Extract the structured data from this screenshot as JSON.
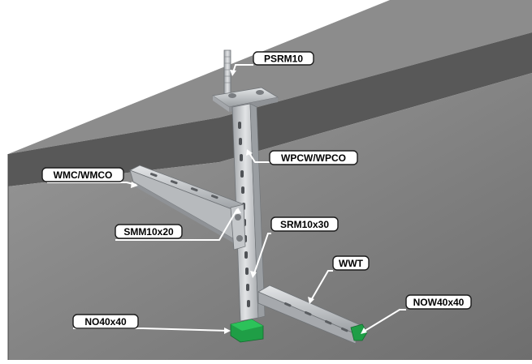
{
  "labels": {
    "psrm10": "PSRM10",
    "wpcw_wpco": "WPCW/WPCO",
    "wmc_wmco": "WMC/WMCO",
    "smm10x20": "SMM10x20",
    "srm10x30": "SRM10x30",
    "wwt": "WWT",
    "now40x40": "NOW40x40",
    "no40x40": "NO40x40"
  },
  "colors": {
    "wall_light": "#8a8a8a",
    "wall_dark": "#555555",
    "steel": "#c9cbcd",
    "steel_shadow": "#8f9296",
    "label_fill": "#ffffff",
    "label_stroke": "#1a1a1a",
    "accent_green": "#22b14c"
  }
}
